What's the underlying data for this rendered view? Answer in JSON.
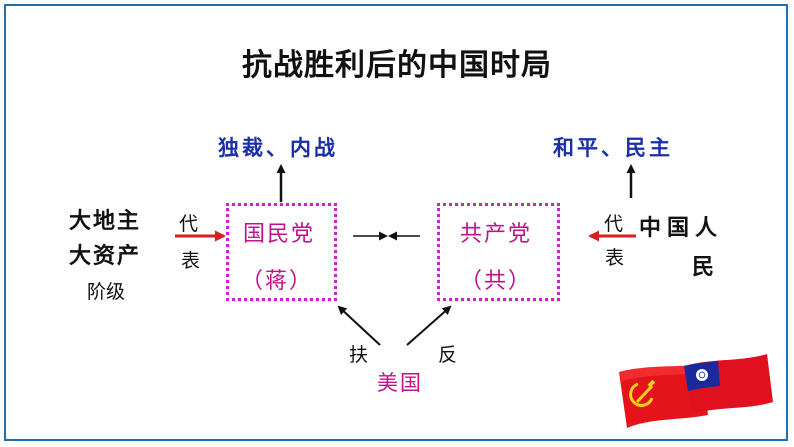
{
  "title": "抗战胜利后的中国时局",
  "kmt": {
    "party": "国民党",
    "leader": "（蒋）",
    "goal": "独裁、内战"
  },
  "ccp": {
    "party": "共产党",
    "leader": "（共）",
    "goal": "和平、民主"
  },
  "left_class": {
    "line1": "大地主",
    "line2": "大资产",
    "line3": "阶级"
  },
  "left_represent": {
    "char1": "代",
    "char2": "表"
  },
  "right_people": {
    "line1": "中国人",
    "line2": "民"
  },
  "right_represent": {
    "char1": "代",
    "char2": "表"
  },
  "usa": {
    "label": "美国",
    "support": "扶",
    "oppose": "反"
  },
  "colors": {
    "blue_text": "#1a2fa8",
    "magenta": "#c0128a",
    "box_border": "#cc22cc",
    "red_arrow": "#d81e1e",
    "frame": "#1f6fb5"
  },
  "flags": [
    "soviet-flag",
    "roc-flag"
  ]
}
